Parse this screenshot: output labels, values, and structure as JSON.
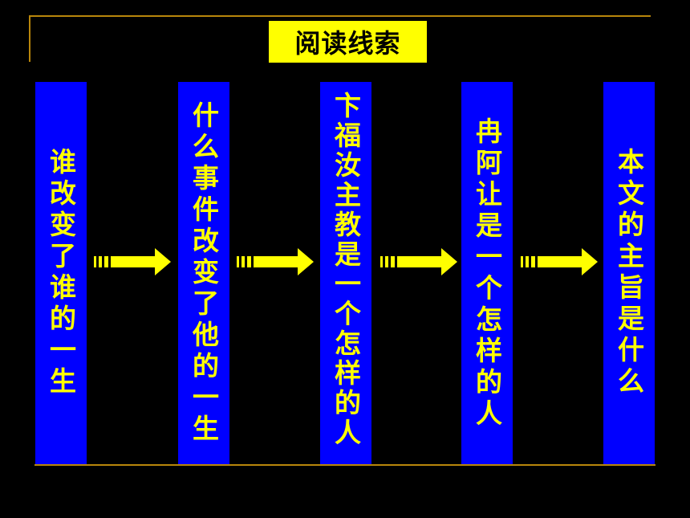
{
  "title": "阅读线索",
  "steps": [
    {
      "text": "谁改变了谁的一生"
    },
    {
      "text": "什么事件改变了他的一生"
    },
    {
      "text": "卞福汝主教是一个怎样的人"
    },
    {
      "text": "冉阿让是一个怎样的人"
    },
    {
      "text": "本文的主旨是什么"
    }
  ],
  "colors": {
    "background": "#000000",
    "title_bg": "#ffff00",
    "box_bg": "#0000ff",
    "text": "#ffff00",
    "arrow": "#ffff00",
    "rule": "#b8860b"
  }
}
